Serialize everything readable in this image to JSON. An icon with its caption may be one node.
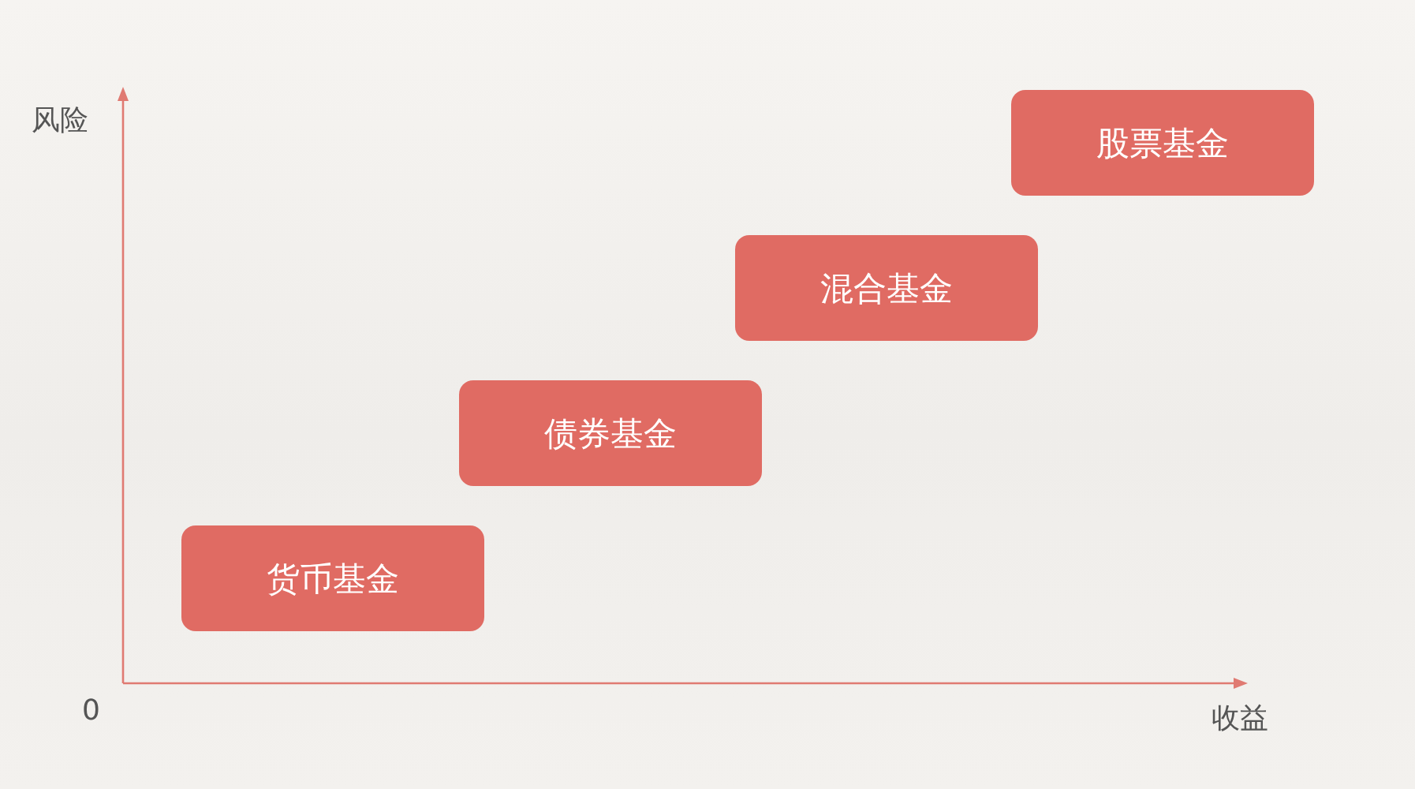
{
  "diagram": {
    "nodes": [
      {
        "text": [
          "货币基金"
        ]
      },
      {
        "text": [
          "债券基金"
        ]
      },
      {
        "text": [
          "混合基金"
        ]
      },
      {
        "text": [
          "股票基金"
        ]
      }
    ],
    "labels": [
      "风险",
      "0",
      "收益"
    ]
  }
}
